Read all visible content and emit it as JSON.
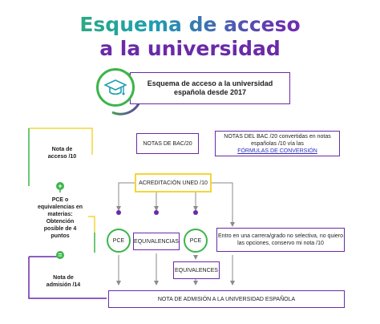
{
  "title": {
    "line1": "Esquema de acceso",
    "line2": "a la universidad"
  },
  "header_box": {
    "text_line1": "Esquema de acceso a la universidad",
    "text_line2": "española desde 2017",
    "icon": "graduation-cap-icon"
  },
  "left_column": {
    "nota_acceso_line1": "Nota de",
    "nota_acceso_line2": "acceso /10",
    "plus_sign": "+",
    "pce_line1": "PCE o",
    "pce_line2": "equivalencias en",
    "pce_line3": "materias:",
    "pce_line4": "Obtención",
    "pce_line5": "posible de 4",
    "pce_line6": "puntos",
    "equals_sign": "=",
    "nota_admision_line1": "Nota de",
    "nota_admision_line2": "admisión /14"
  },
  "boxes": {
    "notas_bac": "NOTAS DE BAC/20",
    "notas_bac_convertidas_line1": "NOTAS DEL BAC /20 convertidas en notas",
    "notas_bac_convertidas_line2": "españolas /10 vía las",
    "formulas_link": "FÓRMULAS DE CONVERSIÓN",
    "acreditacion": "ACREDITACIÓN UNED /10",
    "pce_left": "PCE",
    "equivalencias": "EQUIVALENCIAS",
    "pce_right": "PCE",
    "equivalences": "EQUIVALENCES",
    "carrera_line1": "Entro en una carrera/grado no selectiva, no quiero",
    "carrera_line2": "las opciones, conservo mi nota /10",
    "nota_admision_final": "NOTA DE ADMISIÓN A LA UNIVERSIDAD ESPAÑOLA"
  },
  "colors": {
    "green": "#3bb54a",
    "purple": "#6a2aa8",
    "yellow": "#f2d63a",
    "teal": "#1d9fb2",
    "gray": "#8a8a8a"
  }
}
